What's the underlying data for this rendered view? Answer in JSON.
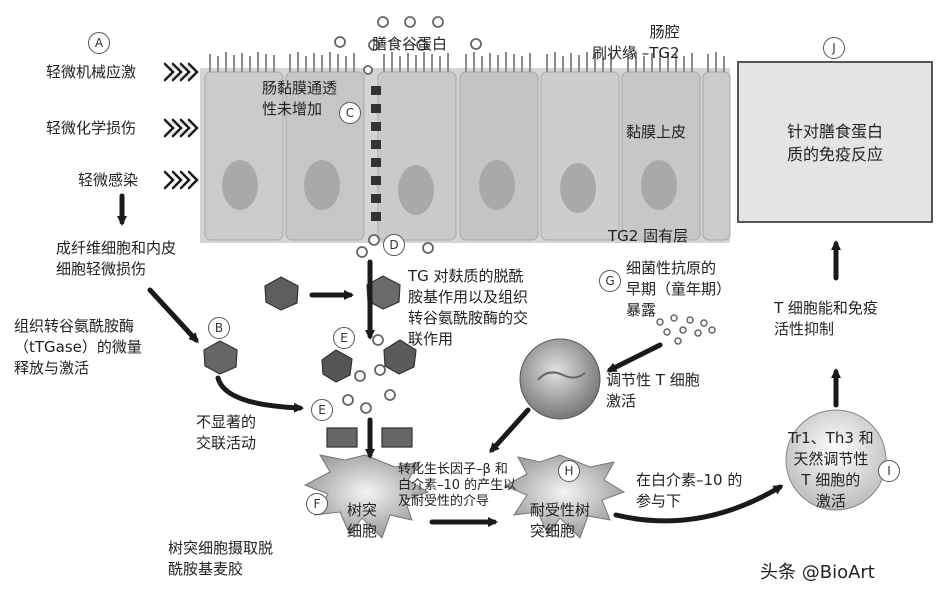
{
  "markers": [
    "A",
    "B",
    "C",
    "D",
    "E",
    "E",
    "F",
    "G",
    "H",
    "I",
    "J"
  ],
  "labels": {
    "a_mechanical": "轻微机械应激",
    "a_chemical": "轻微化学损伤",
    "a_infection": "轻微感染",
    "fibro": "成纤维细胞和内皮\n细胞轻微损伤",
    "ttgase": "组织转谷氨酰胺酶\n（tTGase）的微量\n释放与激活",
    "crosslink_low": "不显著的\n交联活动",
    "dc_uptake": "树突细胞摄取脱\n酰胺基麦胶",
    "gluten": "膳食谷蛋白",
    "lumen": "肠腔\n刷状缘 –TG2",
    "mucosa_perm": "肠黏膜通透\n性未增加",
    "epithelium": "黏膜上皮",
    "lamina": "TG2 固有层",
    "tg_action": "TG 对麸质的脱酰\n胺基作用以及组织\n转谷氨酰胺酶的交\n联作用",
    "bacterial": "细菌性抗原的\n早期（童年期）\n暴露",
    "treg": "调节性 T 细胞\n激活",
    "tgf": "转化生长因子–β 和\n白介素–10 的产生以\n及耐受性的介导",
    "dc": "树突\n细胞",
    "tol_dc": "耐受性树\n突细胞",
    "il10": "在白介素–10 的\n参与下",
    "tr1": "Tr1、Th3 和\n天然调节性\nT 细胞的\n激活",
    "tcell_suppress": "T 细胞能和免疫\n活性抑制",
    "response": "针对膳食蛋白\n质的免疫反应",
    "watermark": "头条 @BioArt"
  },
  "colors": {
    "arrow": "#1a1a1a",
    "cell": "#c9c9c9",
    "box": "#e4e4e4"
  }
}
